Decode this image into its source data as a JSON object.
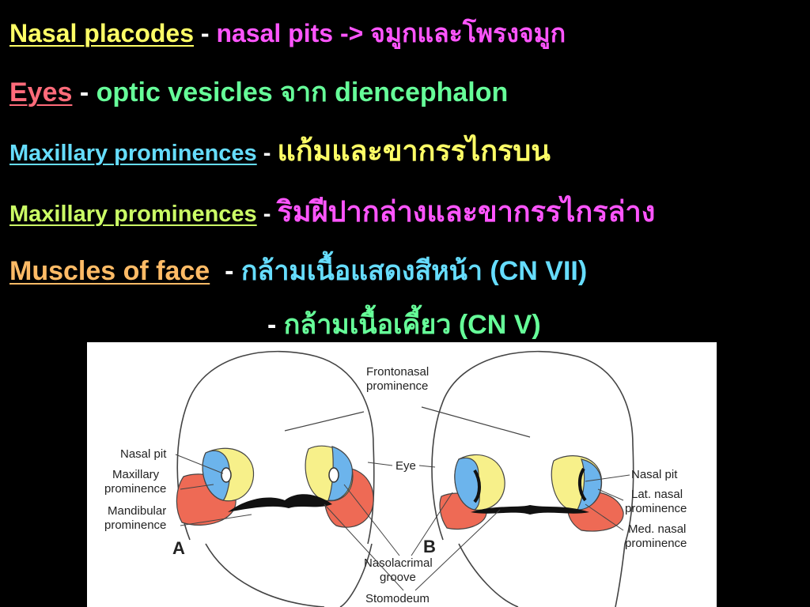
{
  "lines": [
    {
      "term": "Nasal placodes",
      "term_color": "#ffff66",
      "dash": "-",
      "rest": [
        {
          "text": "nasal pits -> ",
          "color": "#ff55ff"
        },
        {
          "text": "จมูกและโพรงจมูก",
          "color": "#ff55ff"
        }
      ]
    },
    {
      "term": "Eyes",
      "term_color": "#ff6b7a",
      "dash": "-",
      "rest": [
        {
          "text": "optic vesicles จาก diencephalon",
          "color": "#66ff99"
        }
      ]
    },
    {
      "term": "Maxillary prominences",
      "term_color": "#66ddff",
      "dash": "-",
      "rest": [
        {
          "text": "แก้มและขากรรไกรบน",
          "color": "#ffff66"
        }
      ]
    },
    {
      "term": "Maxillary prominences",
      "term_color": "#ccff66",
      "dash": "-",
      "rest": [
        {
          "text": "ริมฝีปากล่างและขากรรไกรล่าง",
          "color": "#ff55ff"
        }
      ]
    },
    {
      "term": "Muscles of face",
      "term_color": "#ffbb66",
      "dash": "-",
      "rest": [
        {
          "text": "กล้ามเนื้อแสดงสีหน้า (CN VII)",
          "color": "#66ddff"
        }
      ]
    },
    {
      "term": "",
      "dash": "-",
      "rest": [
        {
          "text": "กล้ามเนื้อเคี้ยว (CN V)",
          "color": "#66ff99"
        }
      ]
    }
  ],
  "figure": {
    "labels": {
      "frontonasal": [
        "Frontonasal",
        "prominence"
      ],
      "nasal_pit_a": "Nasal pit",
      "maxillary": [
        "Maxillary",
        "prominence"
      ],
      "mandibular": [
        "Mandibular",
        "prominence"
      ],
      "eye": "Eye",
      "nasal_pit_b": "Nasal pit",
      "lat_nasal": [
        "Lat. nasal",
        "prominence"
      ],
      "med_nasal": [
        "Med. nasal",
        "prominence"
      ],
      "nasolacrimal": [
        "Nasolacrimal",
        "groove"
      ],
      "stomodeum": "Stomodeum",
      "letter_a": "A",
      "letter_b": "B"
    },
    "colors": {
      "blue": "#6cb4ec",
      "yellow": "#f7f08a",
      "red": "#ee6a55",
      "outline": "#444444",
      "mouth": "#111111"
    }
  }
}
